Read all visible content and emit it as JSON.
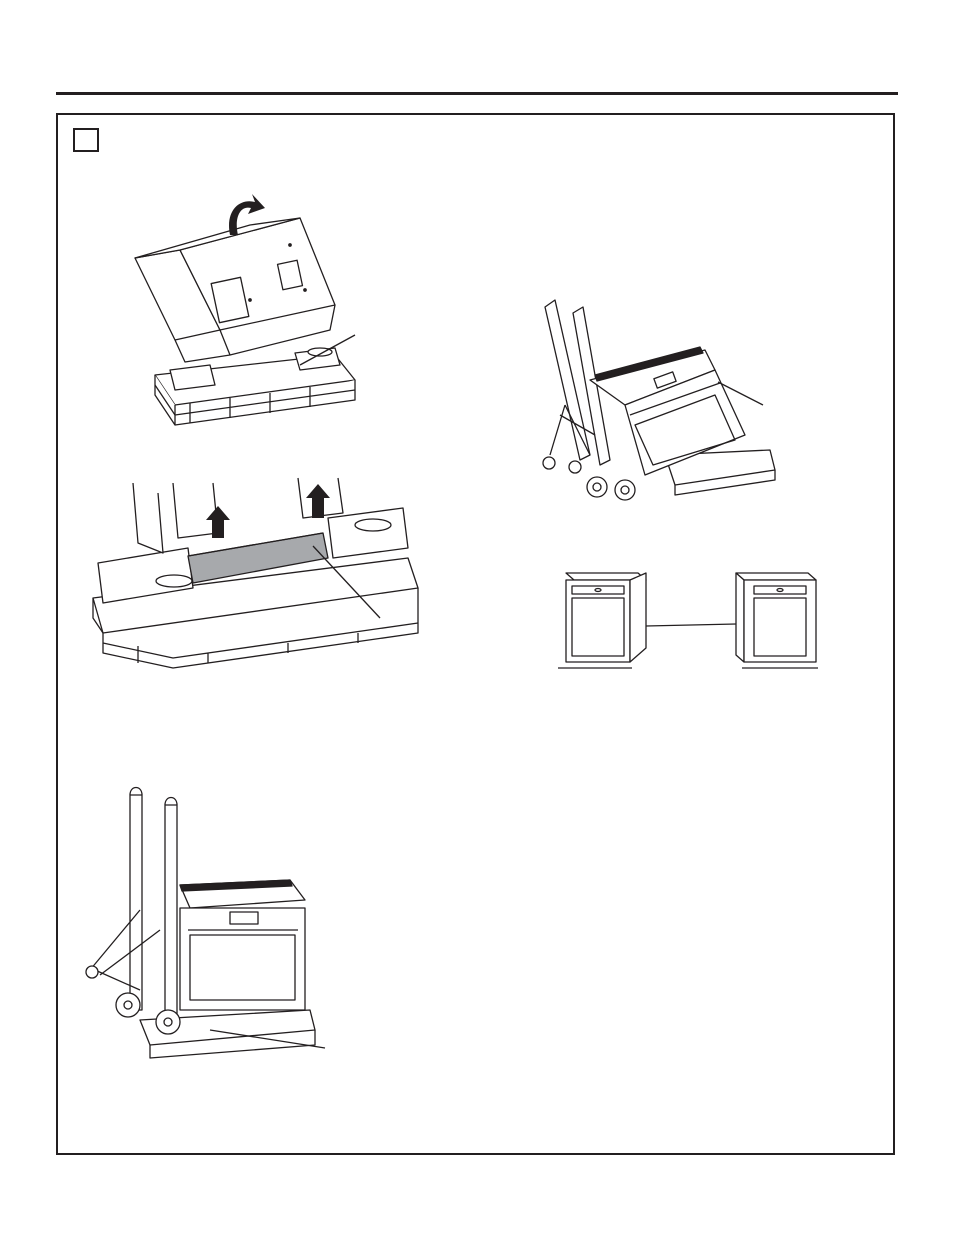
{
  "page": {
    "step_number": "",
    "colors": {
      "line": "#231f20",
      "panel_fill": "#ffffff",
      "strip_fill": "#a7a9ac",
      "arrow_fill": "#231f20"
    }
  },
  "figures": [
    {
      "name": "oven-tilted-on-pallet-illustration",
      "icons": [
        "curved-arrow-icon",
        "callout-leader-line"
      ]
    },
    {
      "name": "pallet-strip-removal-illustration",
      "icons": [
        "up-arrow-icon",
        "up-arrow-icon",
        "callout-leader-line"
      ]
    },
    {
      "name": "oven-on-hand-truck-tilted-illustration",
      "icons": [
        "hand-truck-icon",
        "callout-leader-line"
      ]
    },
    {
      "name": "cabinet-opening-illustration",
      "icons": [
        "cabinet-icon",
        "cabinet-icon"
      ]
    },
    {
      "name": "oven-on-hand-truck-upright-illustration",
      "icons": [
        "hand-truck-icon",
        "callout-leader-line"
      ]
    }
  ]
}
